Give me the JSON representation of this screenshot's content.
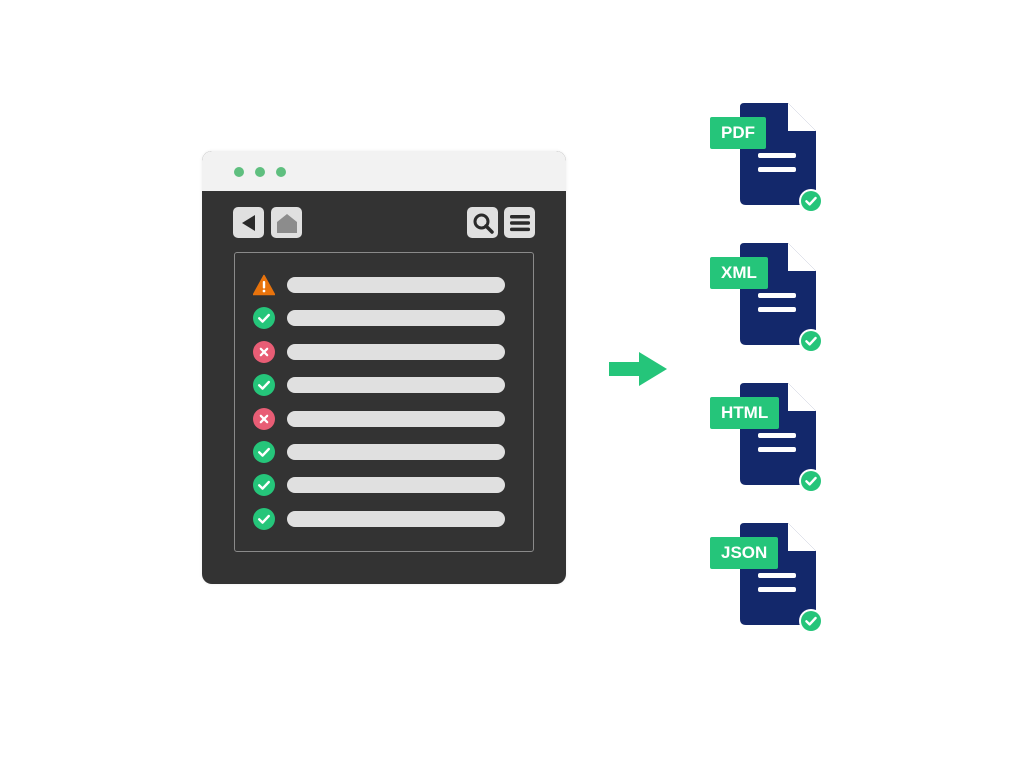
{
  "browser": {
    "window_dots": 3,
    "toolbar": {
      "back_icon": "back-triangle-icon",
      "home_icon": "home-icon",
      "search_icon": "search-icon",
      "menu_icon": "hamburger-menu-icon"
    },
    "rows": [
      {
        "status": "warning"
      },
      {
        "status": "success"
      },
      {
        "status": "error"
      },
      {
        "status": "success"
      },
      {
        "status": "error"
      },
      {
        "status": "success"
      },
      {
        "status": "success"
      },
      {
        "status": "success"
      }
    ]
  },
  "arrow_icon": "right-arrow-icon",
  "documents": [
    {
      "label": "PDF",
      "status": "success"
    },
    {
      "label": "XML",
      "status": "success"
    },
    {
      "label": "HTML",
      "status": "success"
    },
    {
      "label": "JSON",
      "status": "success"
    }
  ],
  "colors": {
    "window_background": "#333333",
    "titlebar": "#f2f2f2",
    "window_dots": "#5fbf7f",
    "success": "#25c57a",
    "error": "#e85d75",
    "warning": "#e8730c",
    "document": "#13286b",
    "label_background": "#25c57a",
    "bar": "#e0e0e0"
  }
}
